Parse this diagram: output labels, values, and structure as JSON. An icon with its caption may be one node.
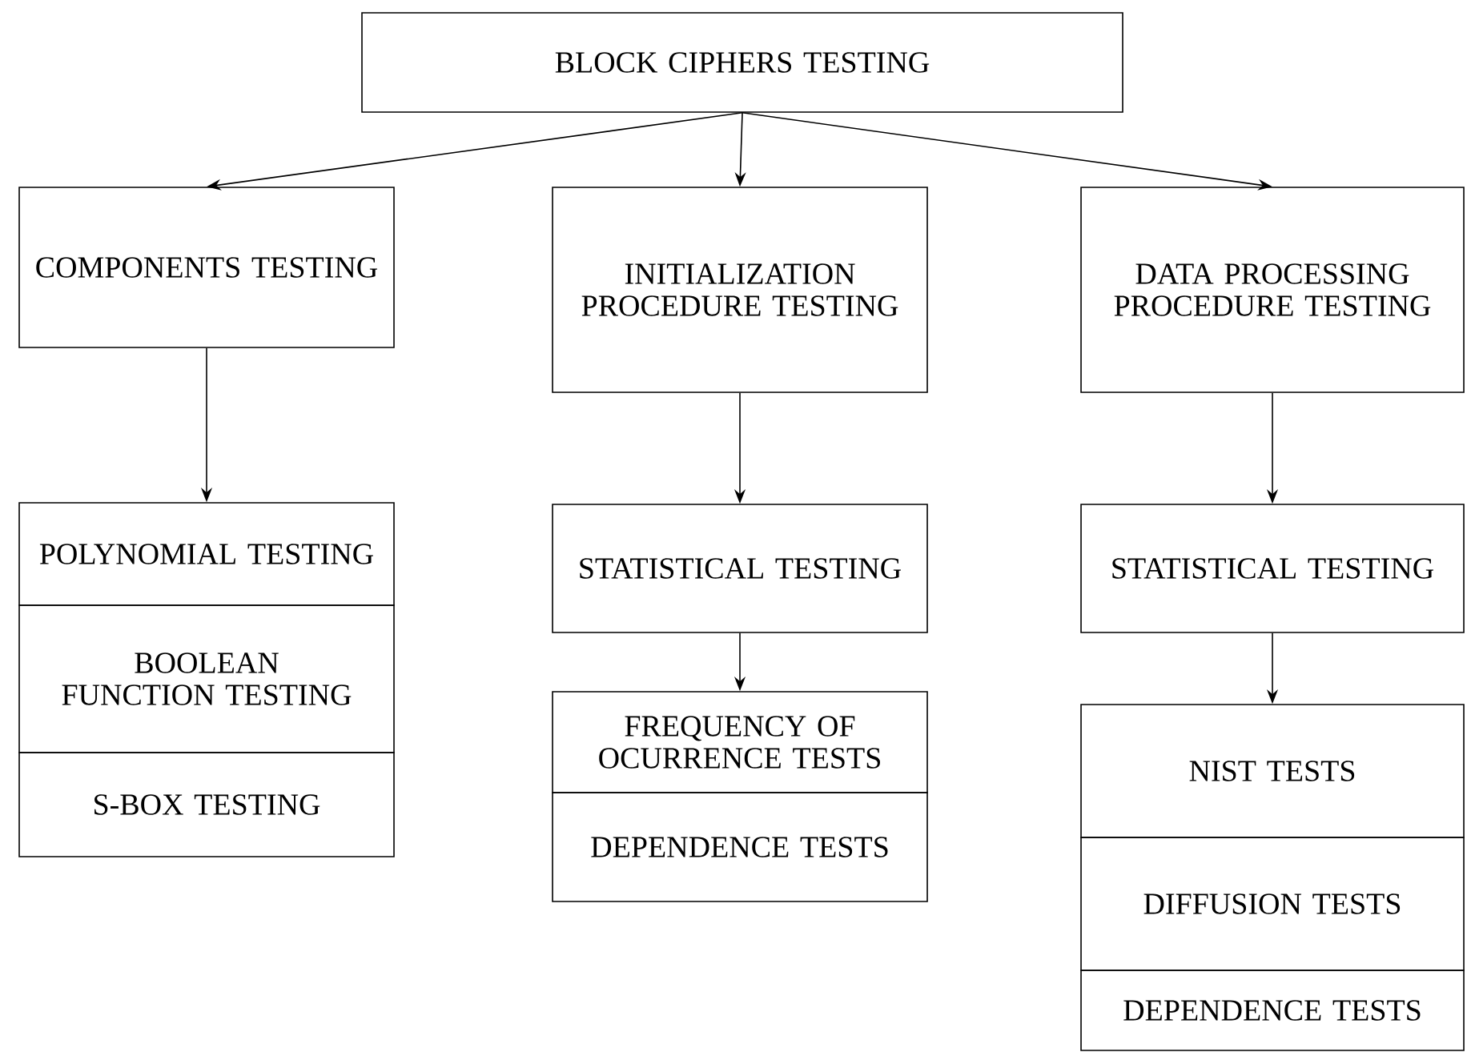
{
  "diagram": {
    "nodes": [
      {
        "text": [
          "BLOCK CIPHERS TESTING"
        ]
      },
      {
        "text": [
          "COMPONENTS TESTING"
        ]
      },
      {
        "text": [
          "INITIALIZATION PROCEDURE TESTING"
        ]
      },
      {
        "text": [
          "DATA PROCESSING PROCEDURE TESTING"
        ]
      },
      {
        "text": [
          "POLYNOMIAL TESTING"
        ]
      },
      {
        "text": [
          "BOOLEAN FUNCTION TESTING"
        ]
      },
      {
        "text": [
          "S-BOX TESTING"
        ]
      },
      {
        "text": [
          "STATISTICAL TESTING"
        ]
      },
      {
        "text": [
          "FREQUENCY OF OCURRENCE TESTS"
        ]
      },
      {
        "text": [
          "DEPENDENCE TESTS"
        ]
      },
      {
        "text": [
          "STATISTICAL TESTING"
        ]
      },
      {
        "text": [
          "NIST TESTS"
        ]
      },
      {
        "text": [
          "DIFFUSION TESTS"
        ]
      },
      {
        "text": [
          "DEPENDENCE TESTS"
        ]
      }
    ],
    "edges": [
      {
        "from": 0,
        "to": 1,
        "arrow": "to"
      },
      {
        "from": 0,
        "to": 2,
        "arrow": "to"
      },
      {
        "from": 0,
        "to": 3,
        "arrow": "to"
      },
      {
        "from": 1,
        "to": 4,
        "arrow": "to"
      },
      {
        "from": 2,
        "to": 7,
        "arrow": "to"
      },
      {
        "from": 7,
        "to": 8,
        "arrow": "to"
      },
      {
        "from": 3,
        "to": 10,
        "arrow": "to"
      },
      {
        "from": 10,
        "to": 11,
        "arrow": "to"
      }
    ]
  }
}
